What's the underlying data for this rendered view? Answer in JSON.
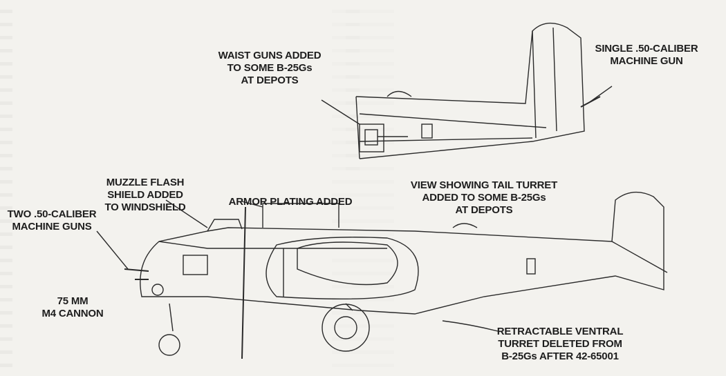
{
  "title": "B-25G modifications",
  "labels": {
    "waist_guns": [
      "WAIST GUNS ADDED",
      "TO SOME B-25Gs",
      "AT DEPOTS"
    ],
    "single_gun": [
      "SINGLE .50-CALIBER",
      "MACHINE GUN"
    ],
    "muzzle_flash": [
      "MUZZLE FLASH",
      "SHIELD ADDED",
      "TO WINDSHIELD"
    ],
    "armor": [
      "ARMOR PLATING ADDED"
    ],
    "tail_view": [
      "VIEW SHOWING TAIL TURRET",
      "ADDED TO SOME B-25Gs",
      "AT DEPOTS"
    ],
    "two_guns": [
      "TWO .50-CALIBER",
      "MACHINE GUNS"
    ],
    "cannon": [
      "75 MM",
      "M4 CANNON"
    ],
    "ventral": [
      "RETRACTABLE VENTRAL",
      "TURRET DELETED FROM",
      "B-25Gs AFTER 42-65001"
    ]
  }
}
